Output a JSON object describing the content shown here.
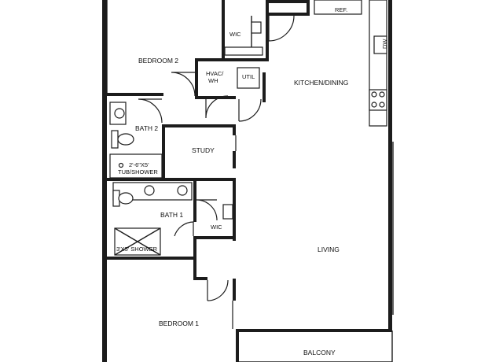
{
  "rooms": {
    "bedroom2": "BEDROOM 2",
    "wic_top": "WIC",
    "hvac_line1": "HVAC/",
    "hvac_line2": "WH",
    "util": "UTIL",
    "kitchen_dining": "KITCHEN/DINING",
    "ref": "REF.",
    "dw": "DW",
    "bath2": "BATH 2",
    "study": "STUDY",
    "tub_line1": "2'-6\"X5'",
    "tub_line2": "TUB/SHOWER",
    "bath1": "BATH 1",
    "wic_mid": "WIC",
    "shower": "3'X5' SHOWER",
    "living": "LIVING",
    "bedroom1": "BEDROOM 1",
    "balcony": "BALCONY"
  },
  "colors": {
    "wall": "#1c1c1c",
    "background": "#ffffff"
  }
}
